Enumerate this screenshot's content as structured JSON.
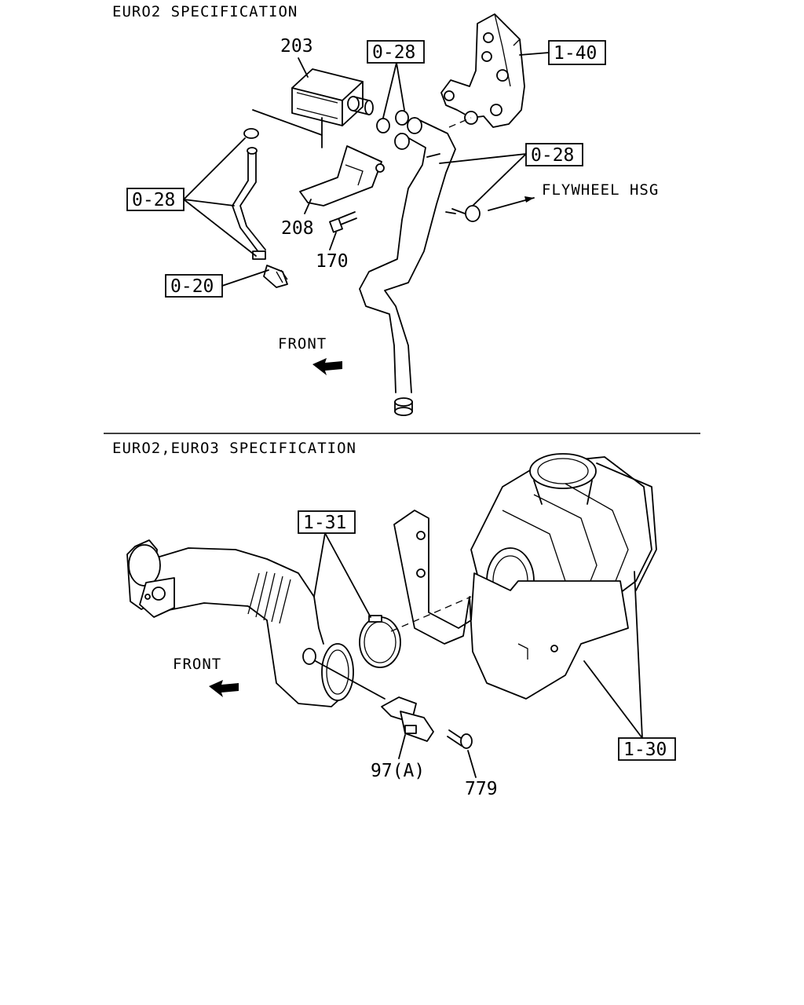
{
  "sections": [
    {
      "title": "EURO2 SPECIFICATION"
    },
    {
      "title": "EURO2,EURO3 SPECIFICATION"
    }
  ],
  "top": {
    "part_numbers": {
      "p203": "203",
      "p208": "208",
      "p170": "170"
    },
    "callouts": {
      "ref_1_40": "1-40",
      "ref_0_28_top": "0-28",
      "ref_0_28_right": "0-28",
      "ref_0_28_left": "0-28",
      "ref_0_20": "0-20"
    },
    "labels": {
      "flywheel": "FLYWHEEL HSG",
      "front": "FRONT"
    }
  },
  "bottom": {
    "part_numbers": {
      "p97a": "97(A)",
      "p779": "779"
    },
    "callouts": {
      "ref_1_31": "1-31",
      "ref_1_30": "1-30"
    },
    "labels": {
      "front": "FRONT"
    }
  }
}
